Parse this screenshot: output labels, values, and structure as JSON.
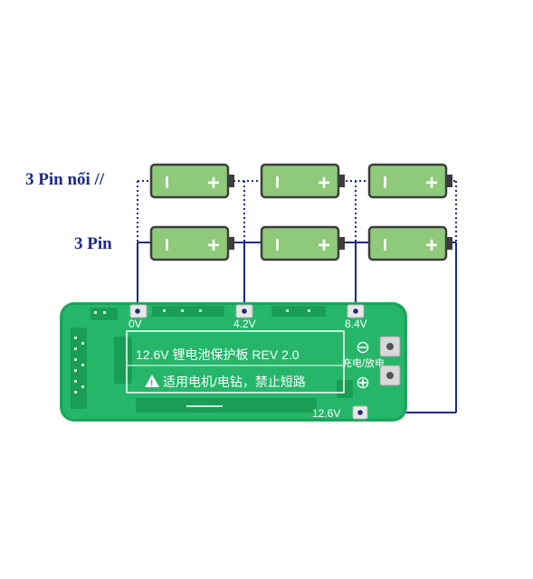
{
  "labels": {
    "parallel_row": "3 Pin nối //",
    "series_row": "3 Pin"
  },
  "battery": {
    "minus": "I",
    "plus": "+"
  },
  "board": {
    "pad_0v": "0V",
    "pad_4v2": "4.2V",
    "pad_8v4": "8.4V",
    "pad_12v6": "12.6V",
    "title": "12.6V 锂电池保护板 REV 2.0",
    "warning_symbol": "!",
    "warning": "适用电机/电钻，禁止短路",
    "charge_discharge": "充电/放电",
    "minus_symbol": "⊖",
    "plus_symbol": "⊕"
  },
  "colors": {
    "pcb": "#25b66a",
    "pcb_dark": "#159a52",
    "battery_body": "#8fc97a",
    "battery_outline": "#3d3d3d",
    "wire": "#1a2a8a"
  }
}
